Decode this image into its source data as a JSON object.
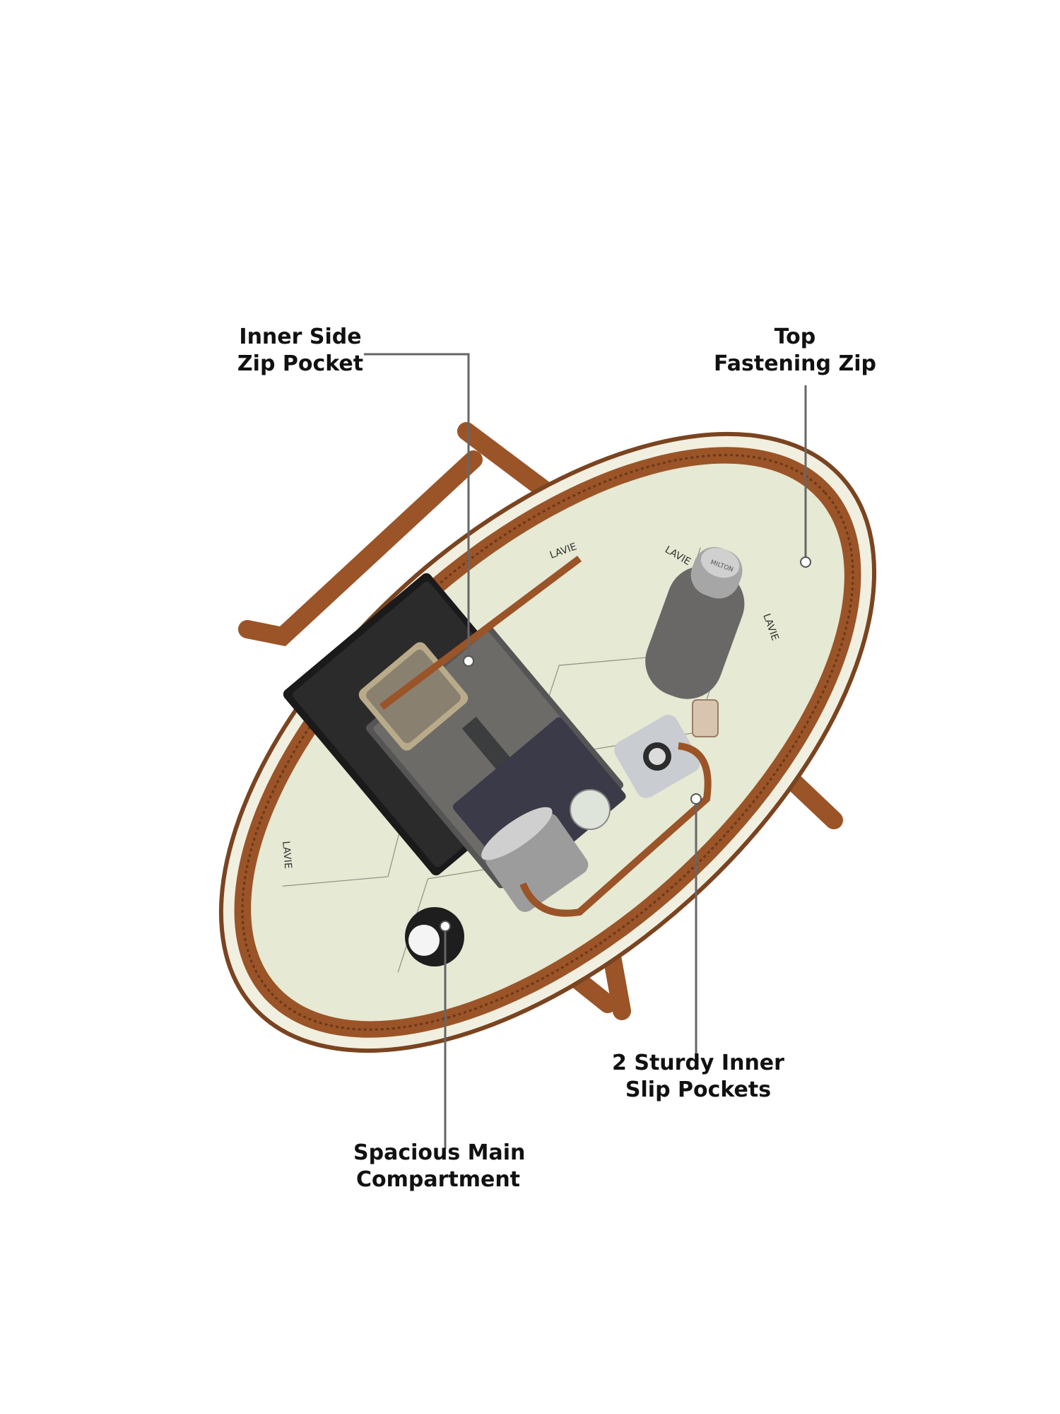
{
  "callouts": {
    "inner_side_zip_pocket": {
      "line1": "Inner Side",
      "line2": "Zip Pocket"
    },
    "top_fastening_zip": {
      "line1": "Top",
      "line2": "Fastening Zip"
    },
    "slip_pockets": {
      "line1": "2 Sturdy Inner",
      "line2": "Slip Pockets"
    },
    "main_compartment": {
      "line1": "Spacious Main",
      "line2": "Compartment"
    }
  },
  "brand_print": "LAVIE",
  "bottle_label": "MILTON",
  "colors": {
    "leather": "#9a5428",
    "lining": "#e6e9d3",
    "leader_line": "#666666",
    "text": "#111111"
  }
}
